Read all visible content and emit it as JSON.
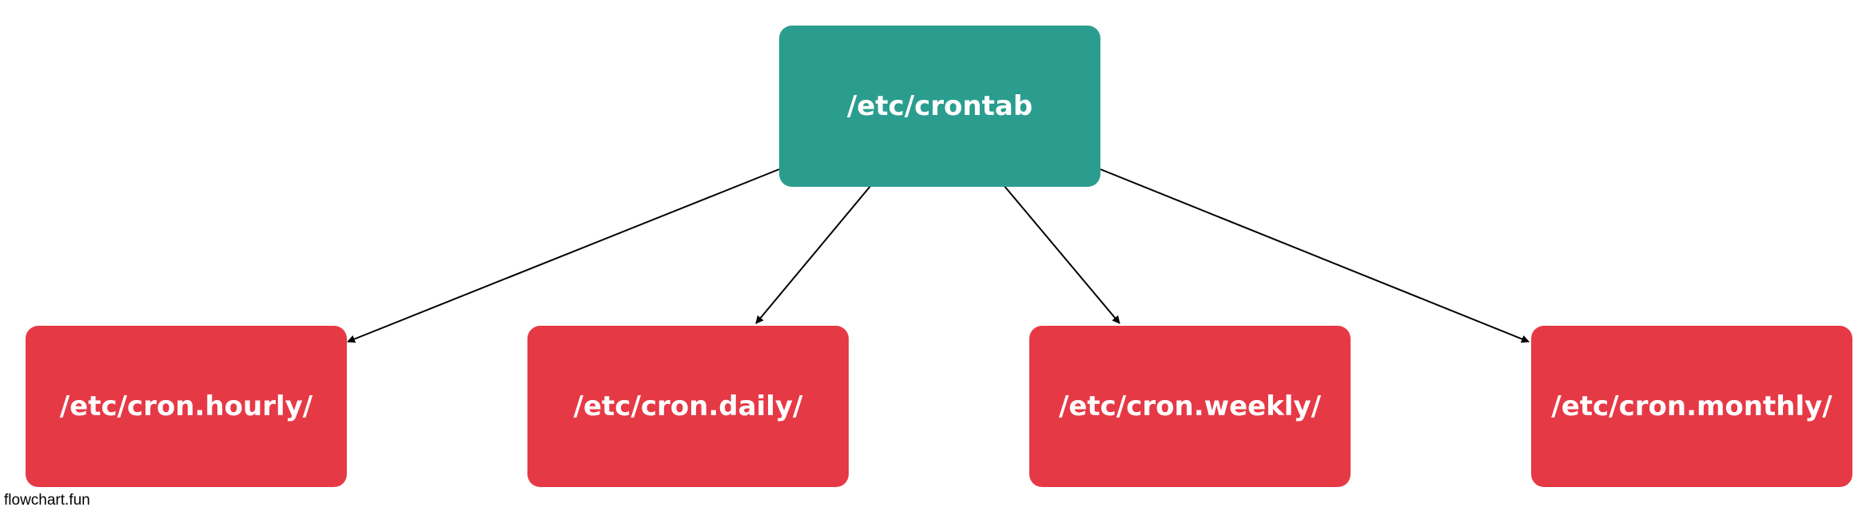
{
  "colors": {
    "root_fill": "#2b9d8f",
    "child_fill": "#e63946",
    "text": "#ffffff",
    "edge": "#000000"
  },
  "nodes": {
    "root": {
      "label": "/etc/crontab"
    },
    "children": [
      {
        "label": "/etc/cron.hourly/"
      },
      {
        "label": "/etc/cron.daily/"
      },
      {
        "label": "/etc/cron.weekly/"
      },
      {
        "label": "/etc/cron.monthly/"
      }
    ]
  },
  "edges": [
    {
      "from": "/etc/crontab",
      "to": "/etc/cron.hourly/"
    },
    {
      "from": "/etc/crontab",
      "to": "/etc/cron.daily/"
    },
    {
      "from": "/etc/crontab",
      "to": "/etc/cron.weekly/"
    },
    {
      "from": "/etc/crontab",
      "to": "/etc/cron.monthly/"
    }
  ],
  "watermark": "flowchart.fun"
}
